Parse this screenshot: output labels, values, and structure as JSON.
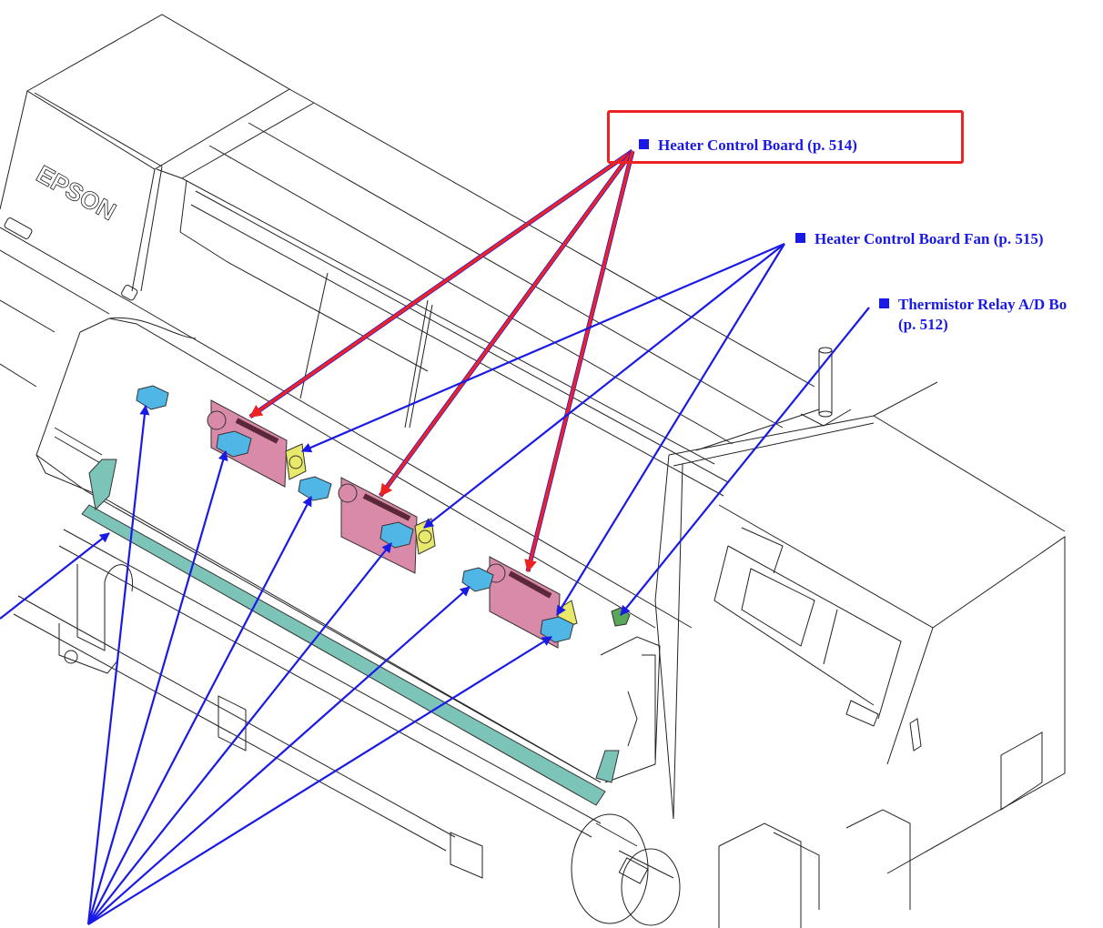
{
  "diagram": {
    "brand_logo": "EPSON",
    "colors": {
      "callout_text": "#1a1ae6",
      "arrow_blue": "#1a1ae6",
      "arrow_red": "#ee2222",
      "highlight_box": "#ee2222",
      "heater_board": "#d98aa8",
      "fan": "#e8e86a",
      "connector": "#4fb6e6",
      "platen_heater": "#7cc4b8",
      "thermistor_board": "#5aa85a"
    },
    "callouts": [
      {
        "id": "heater-control-board",
        "text": "Heater Control Board (p. 514)",
        "highlighted": true
      },
      {
        "id": "heater-control-board-fan",
        "text": "Heater Control Board Fan (p. 515)",
        "highlighted": false
      },
      {
        "id": "thermistor-relay-ad-board",
        "text": "Thermistor Relay A/D Bo",
        "text_line2": "(p. 512)",
        "highlighted": false
      }
    ],
    "components": {
      "heater_control_boards": 3,
      "heater_control_board_fans": 3,
      "connectors": 6,
      "thermistor_relay_boards": 1
    }
  }
}
